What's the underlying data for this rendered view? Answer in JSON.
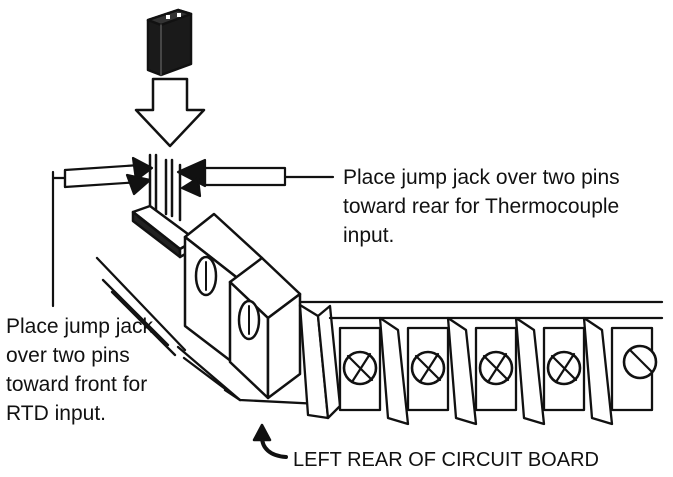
{
  "annotations": {
    "thermocouple": [
      "Place jump jack over two pins",
      "toward rear for Thermocouple",
      "input."
    ],
    "rtd": [
      "Place jump jack",
      "over two pins",
      "toward front for",
      "RTD input."
    ],
    "board": "LEFT REAR OF CIRCUIT BOARD"
  },
  "colors": {
    "ink": "#111111",
    "background": "#ffffff"
  }
}
